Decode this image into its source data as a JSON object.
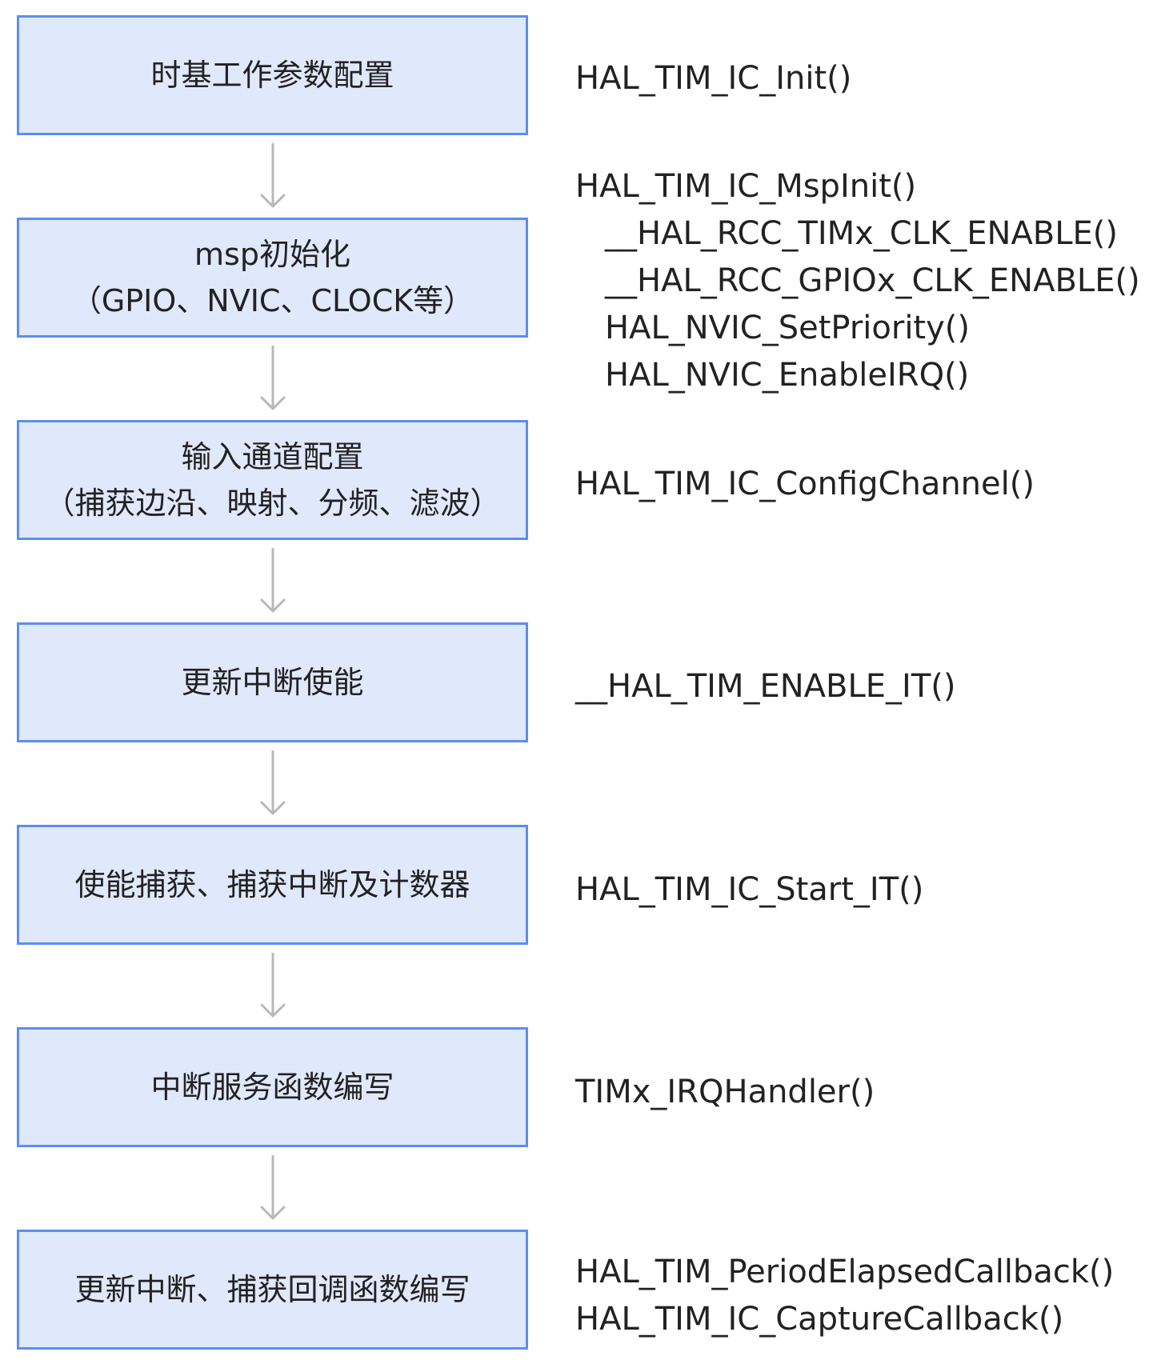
{
  "colors": {
    "box_fill": "#e0e8fc",
    "box_border": "#5b8ef0",
    "arrow": "#b8b8b8",
    "text": "#222222"
  },
  "steps": [
    {
      "lines": [
        "时基工作参数配置"
      ],
      "functions": [
        {
          "text": "HAL_TIM_IC_Init()",
          "indent": false
        }
      ]
    },
    {
      "lines": [
        "msp初始化",
        "（GPIO、NVIC、CLOCK等）"
      ],
      "functions": [
        {
          "text": "HAL_TIM_IC_MspInit()",
          "indent": false
        },
        {
          "text": "__HAL_RCC_TIMx_CLK_ENABLE()",
          "indent": true
        },
        {
          "text": "__HAL_RCC_GPIOx_CLK_ENABLE()",
          "indent": true
        },
        {
          "text": "HAL_NVIC_SetPriority()",
          "indent": true
        },
        {
          "text": "HAL_NVIC_EnableIRQ()",
          "indent": true
        }
      ]
    },
    {
      "lines": [
        "输入通道配置",
        "（捕获边沿、映射、分频、滤波）"
      ],
      "functions": [
        {
          "text": "HAL_TIM_IC_ConfigChannel()",
          "indent": false
        }
      ]
    },
    {
      "lines": [
        "更新中断使能"
      ],
      "functions": [
        {
          "text": "__HAL_TIM_ENABLE_IT()",
          "indent": false
        }
      ]
    },
    {
      "lines": [
        "使能捕获、捕获中断及计数器"
      ],
      "functions": [
        {
          "text": "HAL_TIM_IC_Start_IT()",
          "indent": false
        }
      ]
    },
    {
      "lines": [
        "中断服务函数编写"
      ],
      "functions": [
        {
          "text": "TIMx_IRQHandler()",
          "indent": false
        }
      ]
    },
    {
      "lines": [
        "更新中断、捕获回调函数编写"
      ],
      "functions": [
        {
          "text": "HAL_TIM_PeriodElapsedCallback()",
          "indent": false
        },
        {
          "text": "HAL_TIM_IC_CaptureCallback()",
          "indent": false
        }
      ]
    }
  ]
}
